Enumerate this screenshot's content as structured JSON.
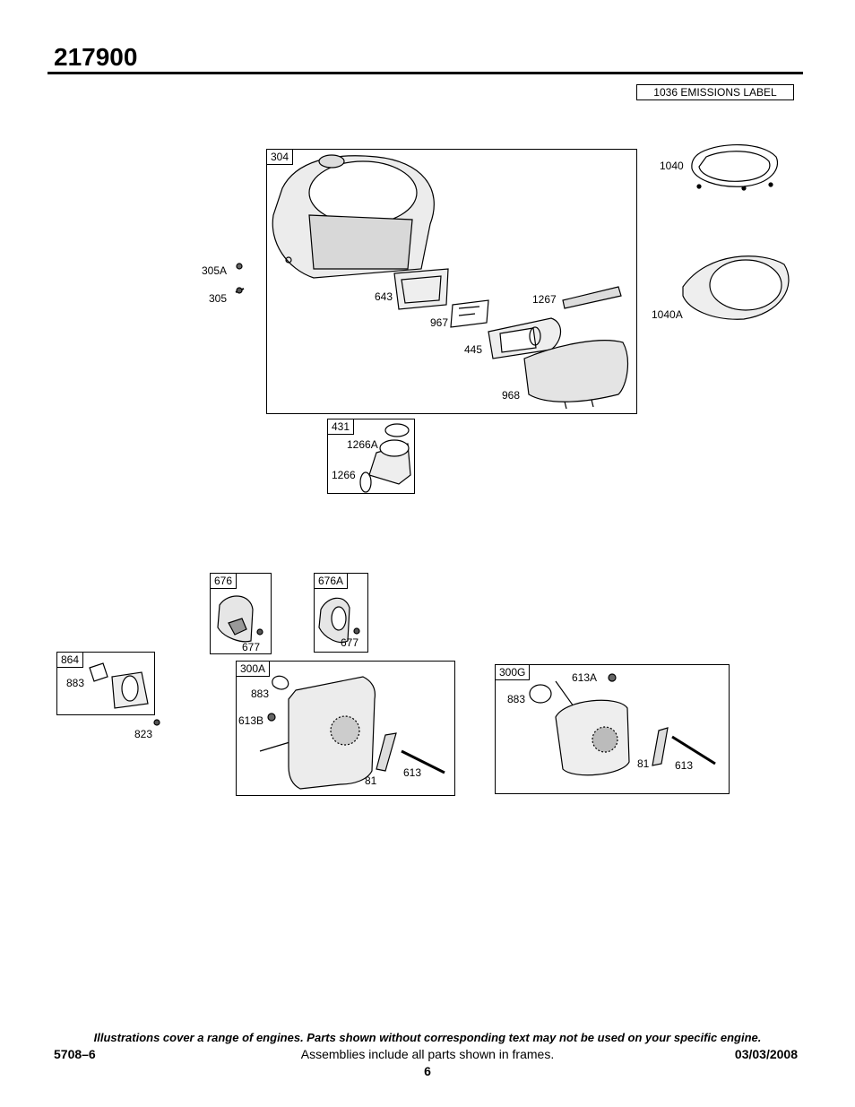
{
  "header": {
    "model": "217900",
    "emissions_label": "1036 EMISSIONS LABEL"
  },
  "frames": {
    "f304": "304",
    "f431": "431",
    "f676": "676",
    "f676a": "676A",
    "f864": "864",
    "f300a": "300A",
    "f300g": "300G"
  },
  "parts": {
    "p1040": "1040",
    "p1040a": "1040A",
    "p305a": "305A",
    "p305": "305",
    "p643": "643",
    "p967": "967",
    "p1267": "1267",
    "p445": "445",
    "p968": "968",
    "p1266a": "1266A",
    "p1266": "1266",
    "p677a": "677",
    "p677b": "677",
    "p883a": "883",
    "p823": "823",
    "p883b": "883",
    "p613b": "613B",
    "p81a": "81",
    "p613a": "613",
    "p613a2": "613A",
    "p883c": "883",
    "p81b": "81",
    "p613c": "613"
  },
  "footer": {
    "disclaimer": "Illustrations cover a range of engines. Parts shown without corresponding text may not be used on your specific engine.",
    "doc_number": "5708–6",
    "assemblies_note": "Assemblies include all parts shown in frames.",
    "date": "03/03/2008",
    "page": "6"
  }
}
